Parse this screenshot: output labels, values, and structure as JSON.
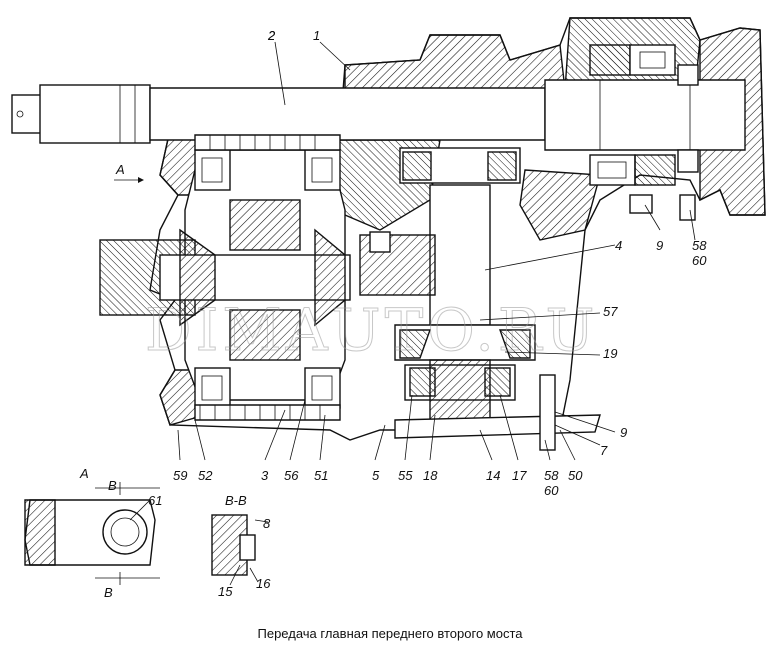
{
  "caption": "Передача главная переднего второго моста",
  "watermark": "DIMAUTO.RU",
  "view_labels": {
    "view_a": "A",
    "view_a_arrow": "A",
    "section_bb": "B-B",
    "section_b_top": "B",
    "section_b_bottom": "B"
  },
  "part_numbers": [
    "1",
    "2",
    "3",
    "4",
    "5",
    "7",
    "8",
    "9",
    "9",
    "14",
    "15",
    "16",
    "17",
    "18",
    "19",
    "50",
    "51",
    "52",
    "55",
    "56",
    "57",
    "58",
    "60",
    "58",
    "60",
    "59",
    "61"
  ],
  "colors": {
    "line": "#111111",
    "hatch": "#111111",
    "watermark": "#9a9a9a",
    "background": "#ffffff"
  }
}
